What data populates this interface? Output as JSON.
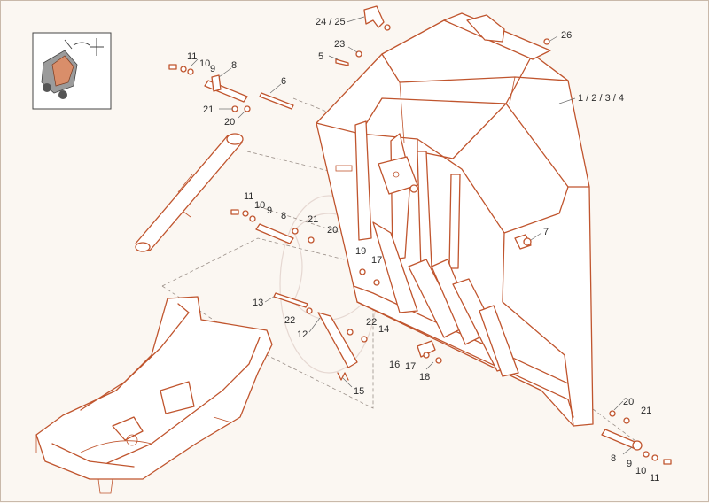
{
  "colors": {
    "line": "#c0552e",
    "background": "#fbf7f2",
    "leader": "#6b6b6b"
  },
  "callouts": {
    "c1": "24 / 25",
    "c2": "23",
    "c3": "5",
    "c4": "26",
    "c5": "1 / 2 / 3 / 4",
    "c6": "11",
    "c7": "10",
    "c8": "9",
    "c9": "8",
    "c10": "6",
    "c11": "21",
    "c12": "20",
    "c13": "11",
    "c14": "10",
    "c15": "9",
    "c16": "8",
    "c17": "21",
    "c18": "20",
    "c19": "7",
    "c20": "19",
    "c21": "17",
    "c22": "13",
    "c23": "22",
    "c24": "12",
    "c25": "22",
    "c26": "14",
    "c27": "16",
    "c28": "17",
    "c29": "18",
    "c30": "15",
    "c31": "20",
    "c32": "21",
    "c33": "8",
    "c34": "9",
    "c35": "10",
    "c36": "11"
  },
  "icons": {
    "orientation": "machine-orientation-thumbnail-icon"
  }
}
